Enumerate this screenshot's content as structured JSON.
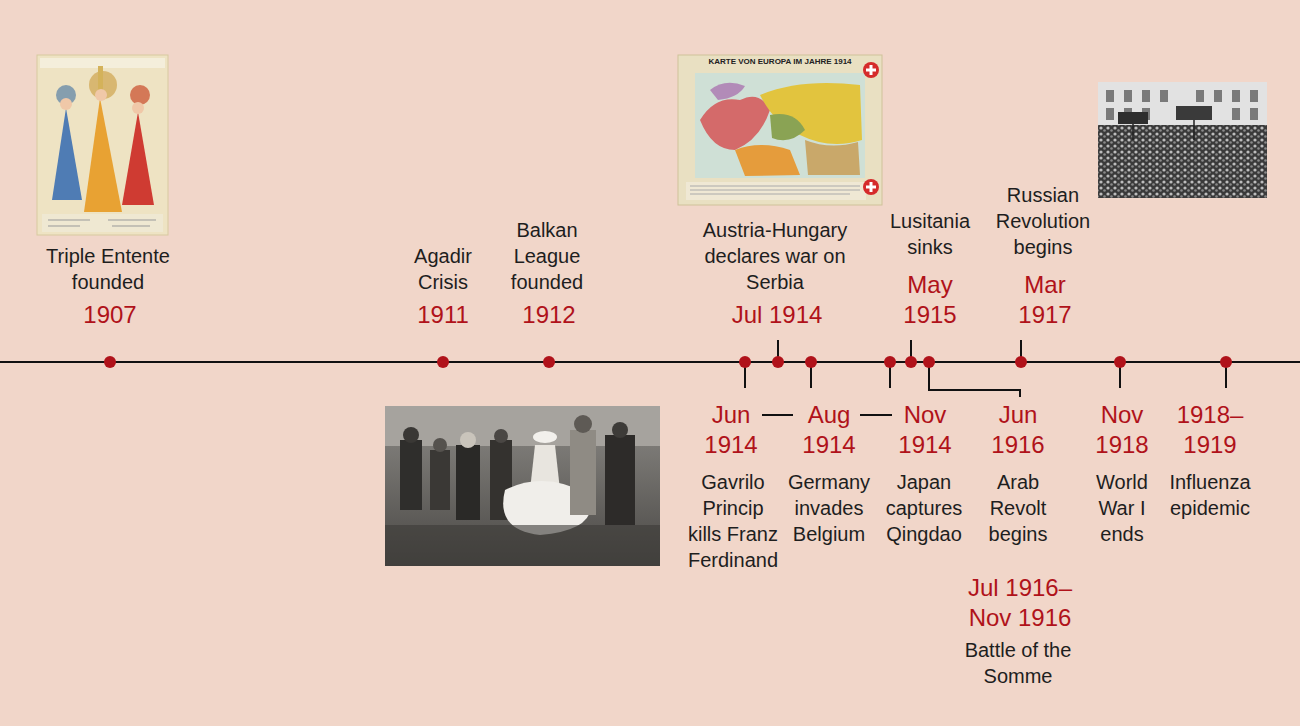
{
  "diagram": {
    "labels": [
      "Triple Entente founded",
      "1907",
      "Agadir Crisis",
      "1911",
      "Balkan League founded",
      "1912",
      "KARTE VON EUROPA IM JAHRE 1914",
      "Austria-Hungary declares war on Serbia",
      "Jul 1914",
      "Lusitania sinks",
      "May 1915",
      "Russian Revolution begins",
      "Mar 1917",
      "Jun 1914",
      "Gavrilo Princip kills Franz Ferdinand",
      "Aug 1914",
      "Germany invades Belgium",
      "Nov 1914",
      "Japan captures Qingdao",
      "Jun 1916",
      "Arab Revolt begins",
      "Jul 1916– Nov 1916",
      "Battle of the Somme",
      "Nov 1918",
      "World War I ends",
      "1918– 1919",
      "Influenza epidemic"
    ]
  }
}
